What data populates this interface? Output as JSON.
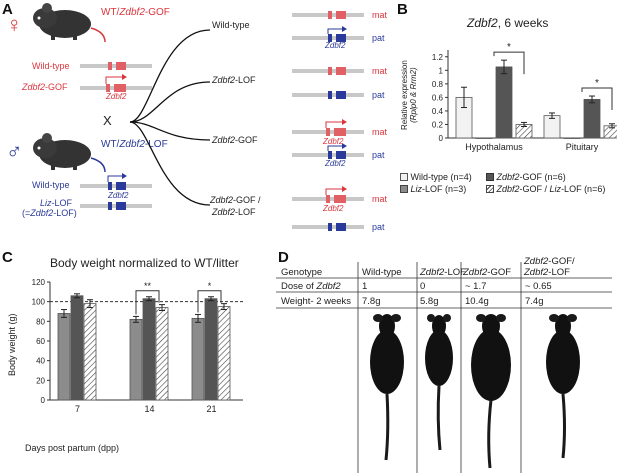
{
  "panelA": {
    "letter": "A",
    "female_symbol": "♀",
    "male_symbol": "♂",
    "female_label_prefix": "WT/",
    "female_label_gene": "Zdbf2",
    "female_label_suffix": "-GOF",
    "male_label_prefix": "WT/",
    "male_label_gene": "Zdbf2",
    "male_label_suffix": "-LOF",
    "female_wt": "Wild-type",
    "female_gof_gene": "Zdbf2",
    "female_gof_suffix": "-GOF",
    "cross": "X",
    "male_wt": "Wild-type",
    "male_liz_gene": "Liz",
    "male_liz_suffix": "-LOF",
    "male_liz_alt_open": "(=",
    "male_liz_alt_gene": "Zdbf2",
    "male_liz_alt_suffix": "-LOF)",
    "gene_label": "Zdbf2",
    "mat": "mat",
    "pat": "pat",
    "offspring": {
      "wt": "Wild-type",
      "lof_gene": "Zdbf2",
      "lof_suffix": "-LOF",
      "gof_gene": "Zdbf2",
      "gof_suffix": "-GOF",
      "combo_gene1": "Zdbf2",
      "combo_suffix1": "-GOF /",
      "combo_gene2": "Zdbf2",
      "combo_suffix2": "-LOF"
    }
  },
  "panelB": {
    "letter": "B",
    "title_gene": "Zdbf2",
    "title_suffix": ", 6 weeks",
    "ylabel_line1": "Relative expression",
    "ylabel_line2": "(Rplp0 & Rrm2)",
    "legend": {
      "wt": "Wild-type (n=4)",
      "gof_gene": "Zdbf2",
      "gof_suffix": "-GOF (n=6)",
      "liz_gene": "Liz",
      "liz_suffix": "-LOF (n=3)",
      "combo_gene1": "Zdbf2",
      "combo_mid": "-GOF /",
      "combo_gene2": "Liz",
      "combo_suffix": "-LOF (n=6)"
    },
    "colors": {
      "wt": "#f2f2f2",
      "liz": "#8c8c8c",
      "gof": "#555555",
      "combo": "#ffffff"
    }
  },
  "panelC": {
    "letter": "C",
    "title": "Body weight normalized to WT/litter",
    "ylabel": "Body weight (g)",
    "xlabel": "Days post partum (dpp)"
  },
  "panelD": {
    "letter": "D",
    "header": [
      "Genotype",
      "Wild-type",
      "Zdbf2",
      "-LOF",
      "Zdbf2",
      "-GOF",
      "Zdbf2",
      "-GOF/",
      "Zdbf2",
      "-LOF"
    ],
    "dose_label_prefix": "Dose of ",
    "dose_label_gene": "Zdbf2",
    "dose_values": [
      "1",
      "0",
      "~ 1.7",
      "~ 0.65"
    ],
    "weight_label": "Weight- 2 weeks",
    "weight_values": [
      "7.8g",
      "5.8g",
      "10.4g",
      "7.4g"
    ]
  },
  "chart_data": [
    {
      "type": "bar",
      "title": "Zdbf2, 6 weeks",
      "categories": [
        "Hypothalamus",
        "Pituitary"
      ],
      "series": [
        {
          "name": "Wild-type (n=4)",
          "values": [
            0.6,
            0.33
          ],
          "errors": [
            0.15,
            0.04
          ]
        },
        {
          "name": "Liz-LOF (n=3)",
          "values": [
            0.0,
            0.0
          ],
          "errors": [
            0,
            0
          ]
        },
        {
          "name": "Zdbf2-GOF (n=6)",
          "values": [
            1.05,
            0.57
          ],
          "errors": [
            0.1,
            0.05
          ]
        },
        {
          "name": "Zdbf2-GOF / Liz-LOF (n=6)",
          "values": [
            0.2,
            0.18
          ],
          "errors": [
            0.03,
            0.03
          ]
        }
      ],
      "yticks": [
        "0",
        "0.2",
        "0.4",
        "0.6",
        "0.8",
        "1",
        "1.2"
      ],
      "ylim": [
        0,
        1.3
      ],
      "significance": [
        "*",
        "*"
      ],
      "ylabel": "Relative expression (Rplp0 & Rrm2)"
    },
    {
      "type": "bar",
      "title": "Body weight normalized to WT/litter",
      "categories": [
        "7",
        "14",
        "21"
      ],
      "series": [
        {
          "name": "Liz-LOF",
          "values": [
            88,
            82,
            83
          ],
          "errors": [
            4,
            3,
            4
          ]
        },
        {
          "name": "Zdbf2-GOF",
          "values": [
            106,
            103,
            103
          ],
          "errors": [
            2,
            2,
            2
          ]
        },
        {
          "name": "Zdbf2-GOF / Liz-LOF",
          "values": [
            98,
            94,
            95
          ],
          "errors": [
            4,
            3,
            3
          ]
        }
      ],
      "reference_line": 100,
      "yticks": [
        "0",
        "20",
        "40",
        "60",
        "80",
        "100",
        "120"
      ],
      "ylim": [
        0,
        120
      ],
      "significance": [
        "",
        "**",
        "*"
      ],
      "xlabel": "Days post partum (dpp)",
      "ylabel": "Body weight (g)"
    }
  ]
}
